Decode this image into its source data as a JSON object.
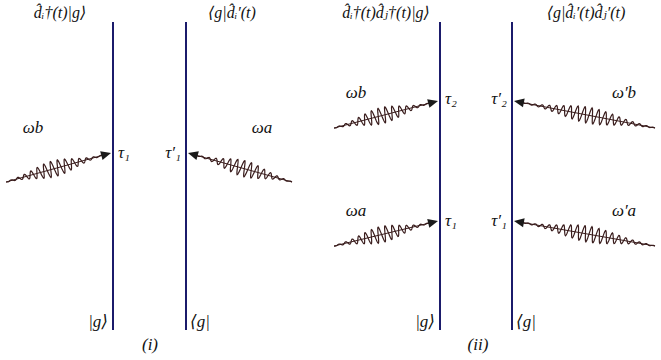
{
  "diagram": {
    "labels": [
      "d̂ᵢ†(t)|g⟩",
      "⟨g|d̂ᵢ′(t)",
      "d̂ᵢ†(t)d̂ⱼ†(t)|g⟩",
      "⟨g|d̂ᵢ′(t)d̂ⱼ′(t)",
      "ωb",
      "τ₁",
      "τ′₁",
      "ωa",
      "ωb",
      "τ₂",
      "τ′₂",
      "ω′b",
      "ωa",
      "τ₁",
      "τ′₁",
      "ω′a",
      "|g⟩",
      "⟨g|",
      "(i)",
      "|g⟩",
      "⟨g|",
      "(ii)"
    ]
  }
}
